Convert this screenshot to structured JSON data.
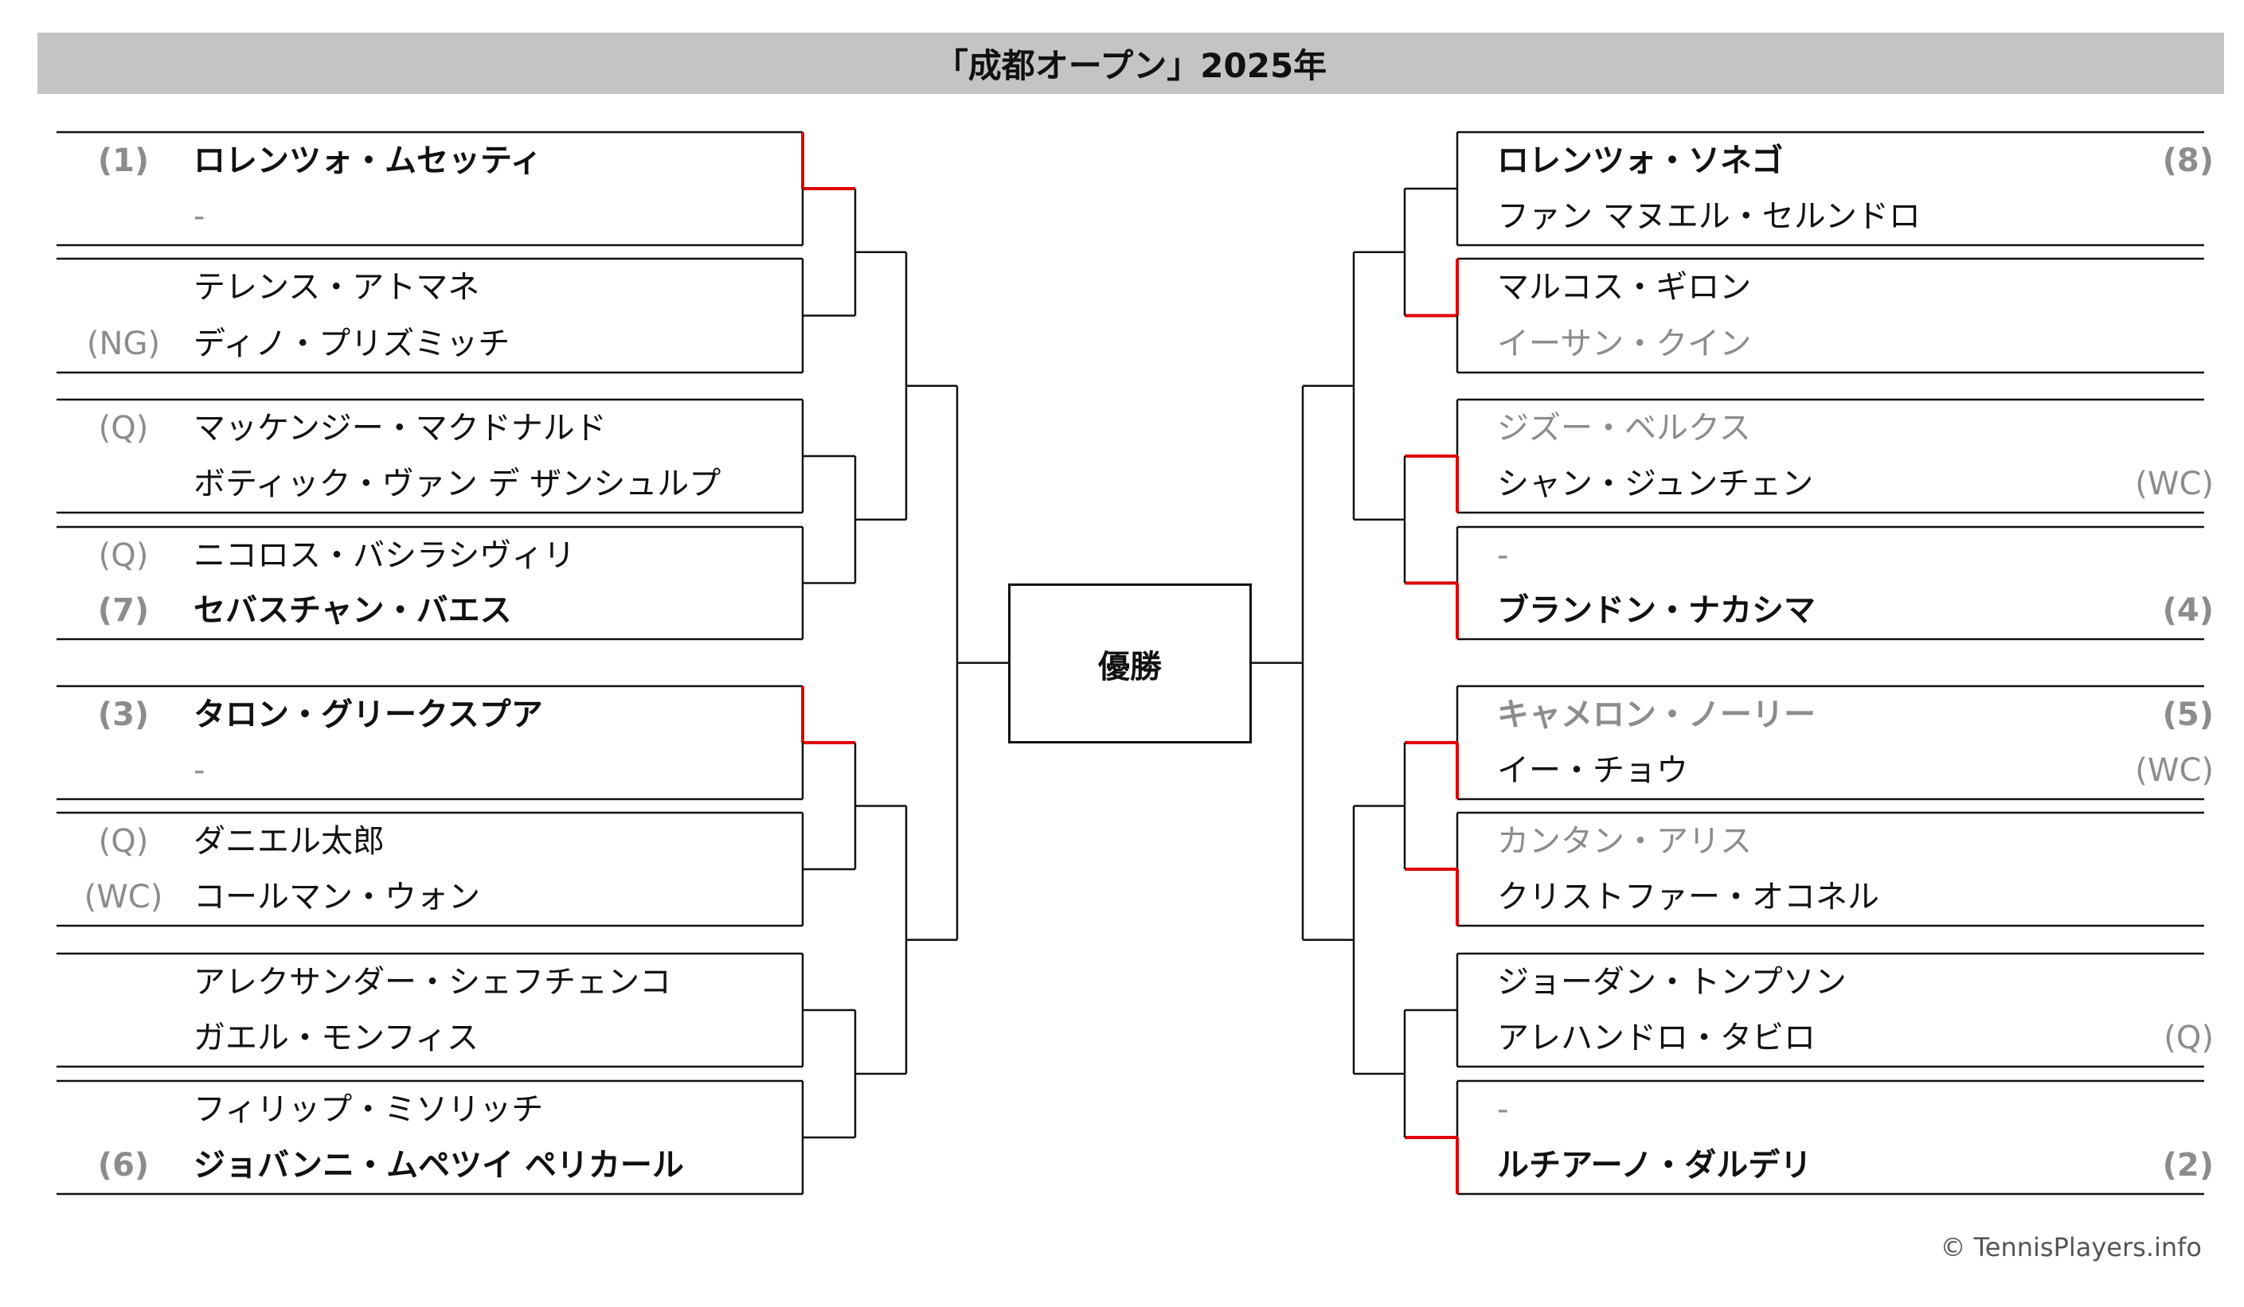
{
  "title": "「成都オープン」2025年",
  "champion_label": "優勝",
  "copyright": "© TennisPlayers.info",
  "colors": {
    "line": "#111111",
    "winner_line": "#e00000",
    "gray_text": "#8c8c8c",
    "title_bg": "#c4c4c4"
  },
  "left_matches": [
    {
      "top": {
        "seed": "(1)",
        "name": "ロレンツォ・ムセッティ",
        "bold": true,
        "gray": false
      },
      "bottom": {
        "seed": "",
        "name": "-",
        "bold": false,
        "gray": true
      },
      "winner": "top"
    },
    {
      "top": {
        "seed": "",
        "name": "テレンス・アトマネ",
        "bold": false,
        "gray": false
      },
      "bottom": {
        "seed": "(NG)",
        "name": "ディノ・プリズミッチ",
        "bold": false,
        "gray": false
      },
      "winner": ""
    },
    {
      "top": {
        "seed": "(Q)",
        "name": "マッケンジー・マクドナルド",
        "bold": false,
        "gray": false
      },
      "bottom": {
        "seed": "",
        "name": "ボティック・ヴァン デ ザンシュルプ",
        "bold": false,
        "gray": false
      },
      "winner": ""
    },
    {
      "top": {
        "seed": "(Q)",
        "name": "ニコロス・バシラシヴィリ",
        "bold": false,
        "gray": false
      },
      "bottom": {
        "seed": "(7)",
        "name": "セバスチャン・バエス",
        "bold": true,
        "gray": false
      },
      "winner": ""
    },
    {
      "top": {
        "seed": "(3)",
        "name": "タロン・グリークスプア",
        "bold": true,
        "gray": false
      },
      "bottom": {
        "seed": "",
        "name": "-",
        "bold": false,
        "gray": true
      },
      "winner": "top"
    },
    {
      "top": {
        "seed": "(Q)",
        "name": "ダニエル太郎",
        "bold": false,
        "gray": false
      },
      "bottom": {
        "seed": "(WC)",
        "name": "コールマン・ウォン",
        "bold": false,
        "gray": false
      },
      "winner": ""
    },
    {
      "top": {
        "seed": "",
        "name": "アレクサンダー・シェフチェンコ",
        "bold": false,
        "gray": false
      },
      "bottom": {
        "seed": "",
        "name": "ガエル・モンフィス",
        "bold": false,
        "gray": false
      },
      "winner": ""
    },
    {
      "top": {
        "seed": "",
        "name": "フィリップ・ミソリッチ",
        "bold": false,
        "gray": false
      },
      "bottom": {
        "seed": "(6)",
        "name": "ジョバンニ・ムペツイ ペリカール",
        "bold": true,
        "gray": false
      },
      "winner": ""
    }
  ],
  "right_matches": [
    {
      "top": {
        "seed": "(8)",
        "name": "ロレンツォ・ソネゴ",
        "bold": true,
        "gray": false
      },
      "bottom": {
        "seed": "",
        "name": "ファン マヌエル・セルンドロ",
        "bold": false,
        "gray": false
      },
      "winner": ""
    },
    {
      "top": {
        "seed": "",
        "name": "マルコス・ギロン",
        "bold": false,
        "gray": false
      },
      "bottom": {
        "seed": "",
        "name": "イーサン・クイン",
        "bold": false,
        "gray": true
      },
      "winner": "top"
    },
    {
      "top": {
        "seed": "",
        "name": "ジズー・ベルクス",
        "bold": false,
        "gray": true
      },
      "bottom": {
        "seed": "(WC)",
        "name": "シャン・ジュンチェン",
        "bold": false,
        "gray": false
      },
      "winner": "bottom"
    },
    {
      "top": {
        "seed": "",
        "name": "-",
        "bold": false,
        "gray": true
      },
      "bottom": {
        "seed": "(4)",
        "name": "ブランドン・ナカシマ",
        "bold": true,
        "gray": false
      },
      "winner": "bottom"
    },
    {
      "top": {
        "seed": "(5)",
        "name": "キャメロン・ノーリー",
        "bold": true,
        "gray": true
      },
      "bottom": {
        "seed": "(WC)",
        "name": "イー・チョウ",
        "bold": false,
        "gray": false
      },
      "winner": "bottom"
    },
    {
      "top": {
        "seed": "",
        "name": "カンタン・アリス",
        "bold": false,
        "gray": true
      },
      "bottom": {
        "seed": "",
        "name": "クリストファー・オコネル",
        "bold": false,
        "gray": false
      },
      "winner": "bottom"
    },
    {
      "top": {
        "seed": "",
        "name": "ジョーダン・トンプソン",
        "bold": false,
        "gray": false
      },
      "bottom": {
        "seed": "(Q)",
        "name": "アレハンドロ・タビロ",
        "bold": false,
        "gray": false
      },
      "winner": ""
    },
    {
      "top": {
        "seed": "",
        "name": "-",
        "bold": false,
        "gray": true
      },
      "bottom": {
        "seed": "(2)",
        "name": "ルチアーノ・ダルデリ",
        "bold": true,
        "gray": false
      },
      "winner": "bottom"
    }
  ]
}
